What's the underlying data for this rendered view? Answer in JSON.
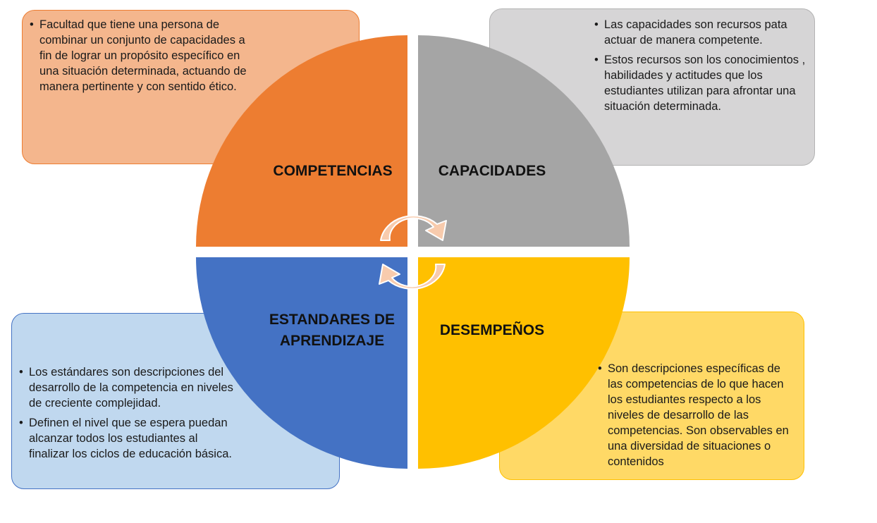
{
  "quadrants": {
    "competencias": {
      "label": "COMPETENCIAS",
      "color": "#ed7d31"
    },
    "capacidades": {
      "label": "CAPACIDADES",
      "color": "#a5a5a5"
    },
    "estandares": {
      "label": "ESTANDARES DE APRENDIZAJE",
      "color": "#4472c4"
    },
    "desempenos": {
      "label": "DESEMPEÑOS",
      "color": "#ffc000"
    }
  },
  "boxes": {
    "competencias": {
      "items": [
        "Facultad que tiene una persona de combinar un conjunto de capacidades a fin de lograr un propósito específico en una situación determinada, actuando de manera pertinente y con sentido ético."
      ]
    },
    "capacidades": {
      "items": [
        "Las capacidades son recursos pata actuar de manera competente.",
        "Estos recursos son los conocimientos , habilidades y actitudes que los estudiantes utilizan para afrontar una situación determinada."
      ]
    },
    "estandares": {
      "items": [
        "Los estándares son descripciones del desarrollo de la competencia en niveles de creciente complejidad.",
        "Definen el nivel que se espera puedan alcanzar todos los estudiantes al finalizar los ciclos de educación básica."
      ]
    },
    "desempenos": {
      "items": [
        "Son descripciones específicas de las competencias de lo que hacen los estudiantes respecto a los niveles de desarrollo de las competencias. Son observables en una diversidad de situaciones o contenidos"
      ]
    }
  }
}
